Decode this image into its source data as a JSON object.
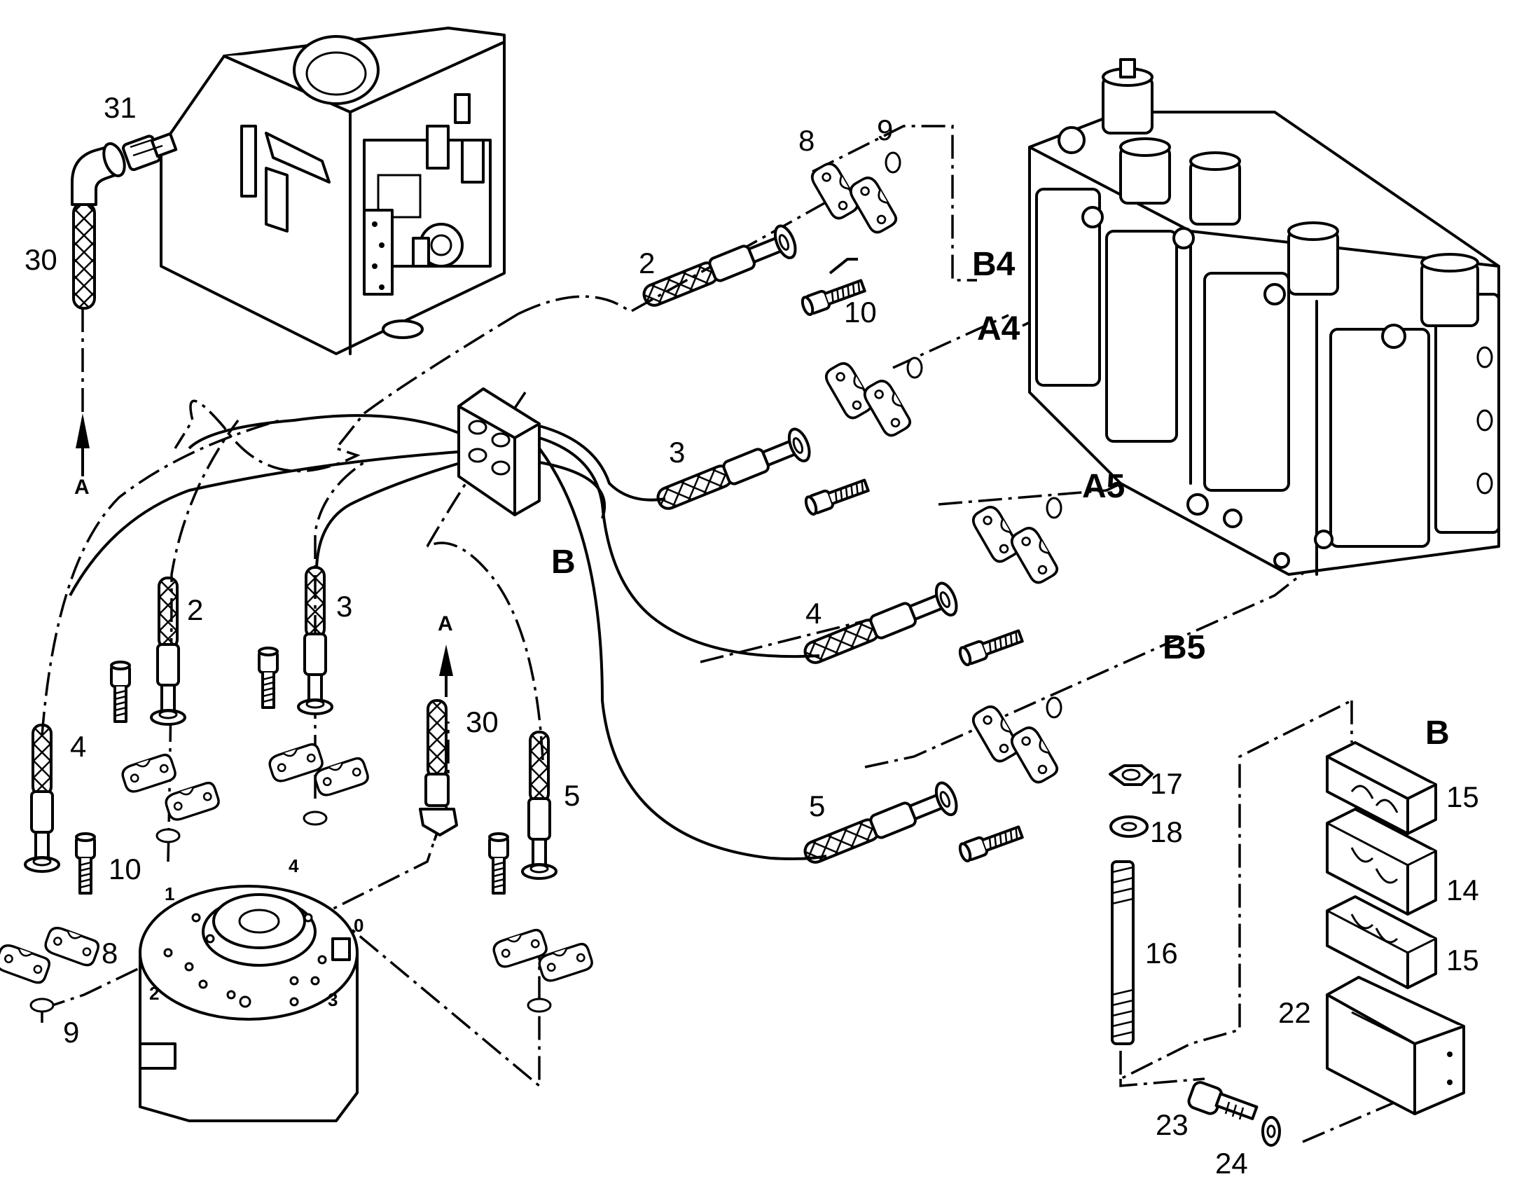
{
  "callouts": {
    "hose_30_top": "30",
    "fitting_31": "31",
    "hose_2_top": "2",
    "ring_8_top": "8",
    "oring_9_top": "9",
    "screw_10_top": "10",
    "hose_3_mid": "3",
    "hose_4_mid": "4",
    "hose_5_mid": "5",
    "hose_2_left": "2",
    "hose_3_left": "3",
    "hose_4_left": "4",
    "hose_5_left": "5",
    "hose_30_center": "30",
    "screw_10_left": "10",
    "ring_8_left": "8",
    "oring_9_left": "9",
    "nut_17": "17",
    "washer_18": "18",
    "stud_16": "16",
    "clamp_15_top": "15",
    "clamp_14": "14",
    "clamp_15_bottom": "15",
    "cover_22": "22",
    "screw_23": "23",
    "washer_24": "24"
  },
  "port_labels": {
    "b4": "B4",
    "a4": "A4",
    "a5": "A5",
    "b5": "B5",
    "clamp_block": "B",
    "detail_b": "B"
  },
  "connection_labels": {
    "arrow_a_top": "A",
    "arrow_a_center": "A"
  },
  "swivel_port_numbers": {
    "port_1": "1",
    "port_2": "2",
    "port_3": "3",
    "port_4": "4",
    "port_0": "0"
  },
  "icons": {
    "cab_block": "hydraulic-cab-block",
    "valve_bank": "control-valve-bank",
    "swivel": "rotary-swivel-joint",
    "hose": "braided-hose",
    "flange": "split-flange-half",
    "oring": "o-ring",
    "screw": "socket-head-screw",
    "clamp": "pipe-clamp"
  }
}
